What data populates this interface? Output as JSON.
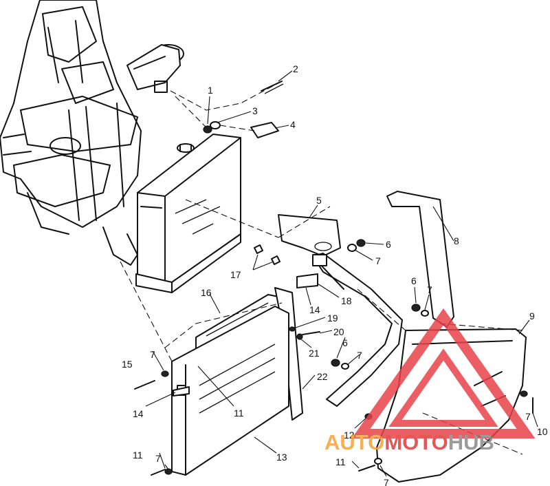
{
  "callouts": [
    "1",
    "2",
    "3",
    "4",
    "5",
    "6",
    "7",
    "8",
    "9",
    "10",
    "11",
    "12",
    "13",
    "14",
    "15",
    "16",
    "17",
    "18",
    "19",
    "20",
    "21",
    "22"
  ],
  "watermark": {
    "part1": "AUTO",
    "part2": "MOTO",
    "part3": "HUB",
    "color1": "#f2a33c",
    "color2": "#e03a3a",
    "color3": "#8a8a8a",
    "logo_color": "#e8424a"
  }
}
